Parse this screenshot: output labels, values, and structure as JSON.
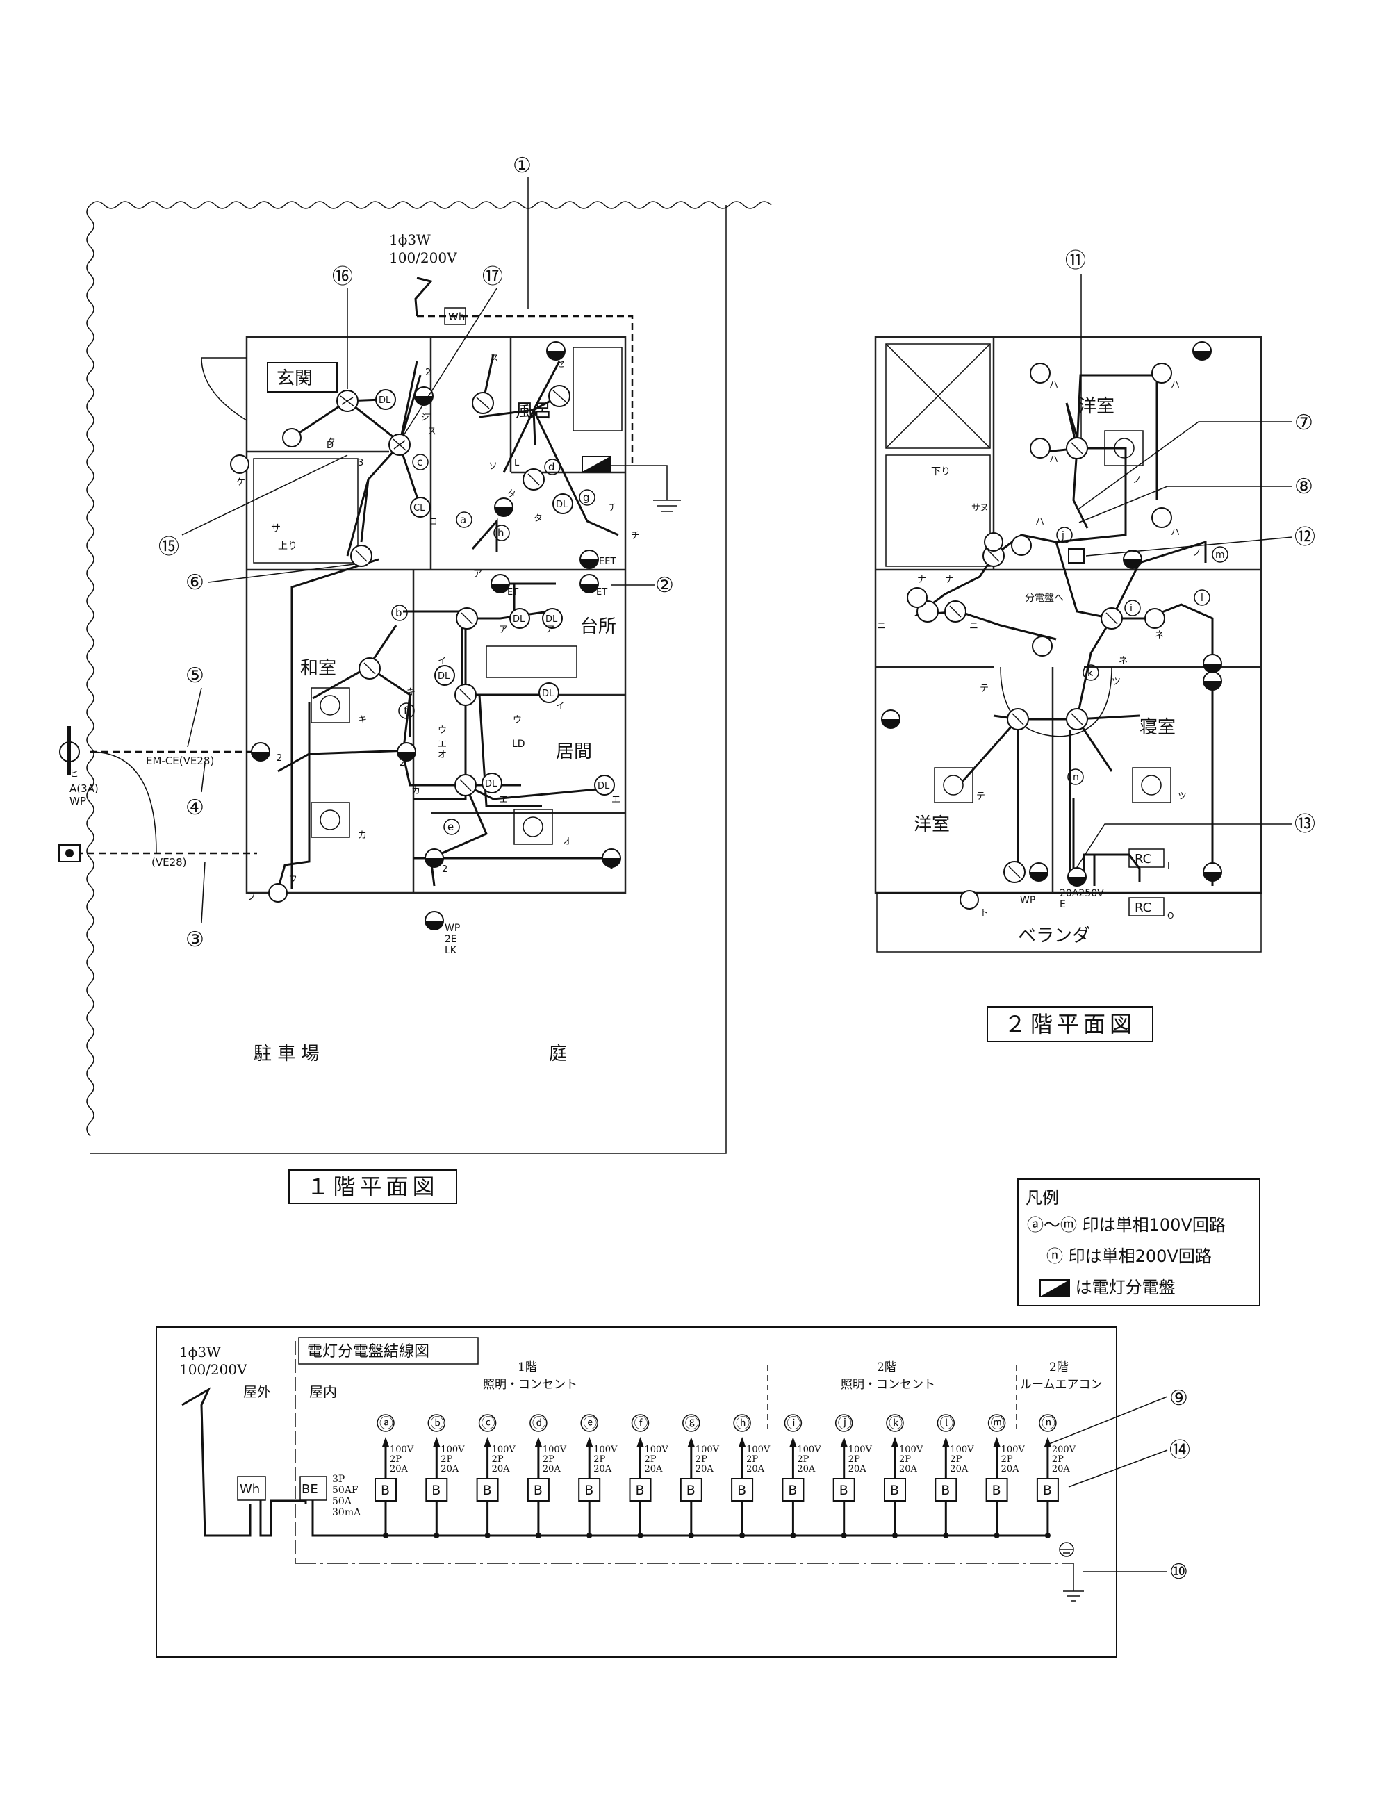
{
  "floor1": {
    "title": "１階平面図",
    "rooms": {
      "genkan": "玄関",
      "furo": "風呂",
      "washitsu": "和室",
      "daidokoro": "台所",
      "ima": "居間",
      "parking": "駐 車 場",
      "garden": "庭"
    },
    "supply": "1ϕ3W",
    "voltage": "100/200V",
    "meter": "Wh",
    "outdoor_cable_label": "EM-CE(VE28)",
    "outdoor_cable_label2": "(VE28)",
    "outdoor_fixture_label": "A(3A)",
    "outdoor_fixture_wp": "WP",
    "outlet_wp_label": "WP",
    "outlet_2e": "2E",
    "outlet_lk": "LK",
    "ld_label": "LD",
    "et_label": "ET",
    "eet_label": "EET",
    "dl": "DL",
    "cl": "CL",
    "small_2": "2",
    "small_3": "3",
    "stairs_up": "上り",
    "sa": "サ",
    "kana": {
      "a": "ア",
      "i": "イ",
      "u": "ウ",
      "e": "エ",
      "o": "オ",
      "ka": "カ",
      "ki": "キ",
      "ku": "ク",
      "ke": "ケ",
      "ko": "コ",
      "sa": "サ",
      "shi": "シ",
      "su": "ス",
      "se": "セ",
      "so": "ソ",
      "ta": "タ",
      "chi": "チ",
      "fu": "フ",
      "hi": "ヒ",
      "d": "D",
      "L": "L"
    }
  },
  "floor2": {
    "title": "２階平面図",
    "rooms": {
      "yoshitsu1": "洋室",
      "yoshitsu2": "洋室",
      "shinshitsu": "寝室",
      "veranda": "ベランダ"
    },
    "stairs_down": "下り",
    "to_panel": "分電盤へ",
    "rc_i": "RC",
    "rc_o": "RC",
    "rc_sub_i": "I",
    "rc_sub_o": "O",
    "outlet_label": "20A250V",
    "outlet_e": "E",
    "wp": "WP",
    "kana": {
      "sa": "サ",
      "nu": "ヌ",
      "na": "ナ",
      "ni": "ニ",
      "ne": "ネ",
      "no": "ノ",
      "ha": "ハ",
      "te": "テ",
      "tsu": "ツ",
      "to": "ト"
    }
  },
  "callouts": [
    "①",
    "②",
    "③",
    "④",
    "⑤",
    "⑥",
    "⑦",
    "⑧",
    "⑨",
    "⑩",
    "⑪",
    "⑫",
    "⑬",
    "⑭",
    "⑮",
    "⑯",
    "⑰"
  ],
  "circuit_letters": [
    "a",
    "b",
    "c",
    "d",
    "e",
    "f",
    "g",
    "h",
    "i",
    "j",
    "k",
    "l",
    "m",
    "n"
  ],
  "legend": {
    "title": "凡例",
    "row1_range": "ⓐ～ⓜ",
    "row1_text": "印は単相100V回路",
    "row2_symbol": "ⓝ",
    "row2_text": "印は単相200V回路",
    "row3_text": "は電灯分電盤"
  },
  "wiring_diagram": {
    "title": "電灯分電盤結線図",
    "supply": "1ϕ3W",
    "voltage": "100/200V",
    "outdoor": "屋外",
    "indoor": "屋内",
    "meter": "Wh",
    "main_breaker": "BE",
    "main_breaker_spec": [
      "3P",
      "50AF",
      "50A",
      "30mA"
    ],
    "group1_title": "1階",
    "group1_sub": "照明・コンセント",
    "group2_title": "2階",
    "group2_sub": "照明・コンセント",
    "group3_title": "2階",
    "group3_sub": "ルームエアコン",
    "branch_breaker": "B",
    "branches": [
      {
        "letter": "ⓐ",
        "spec": [
          "100V",
          "2P",
          "20A"
        ]
      },
      {
        "letter": "ⓑ",
        "spec": [
          "100V",
          "2P",
          "20A"
        ]
      },
      {
        "letter": "ⓒ",
        "spec": [
          "100V",
          "2P",
          "20A"
        ]
      },
      {
        "letter": "ⓓ",
        "spec": [
          "100V",
          "2P",
          "20A"
        ]
      },
      {
        "letter": "ⓔ",
        "spec": [
          "100V",
          "2P",
          "20A"
        ]
      },
      {
        "letter": "ⓕ",
        "spec": [
          "100V",
          "2P",
          "20A"
        ]
      },
      {
        "letter": "ⓖ",
        "spec": [
          "100V",
          "2P",
          "20A"
        ]
      },
      {
        "letter": "ⓗ",
        "spec": [
          "100V",
          "2P",
          "20A"
        ]
      },
      {
        "letter": "ⓘ",
        "spec": [
          "100V",
          "2P",
          "20A"
        ]
      },
      {
        "letter": "ⓙ",
        "spec": [
          "100V",
          "2P",
          "20A"
        ]
      },
      {
        "letter": "ⓚ",
        "spec": [
          "100V",
          "2P",
          "20A"
        ]
      },
      {
        "letter": "ⓛ",
        "spec": [
          "100V",
          "2P",
          "20A"
        ]
      },
      {
        "letter": "ⓜ",
        "spec": [
          "100V",
          "2P",
          "20A"
        ]
      },
      {
        "letter": "ⓝ",
        "spec": [
          "200V",
          "2P",
          "20A"
        ]
      }
    ]
  }
}
